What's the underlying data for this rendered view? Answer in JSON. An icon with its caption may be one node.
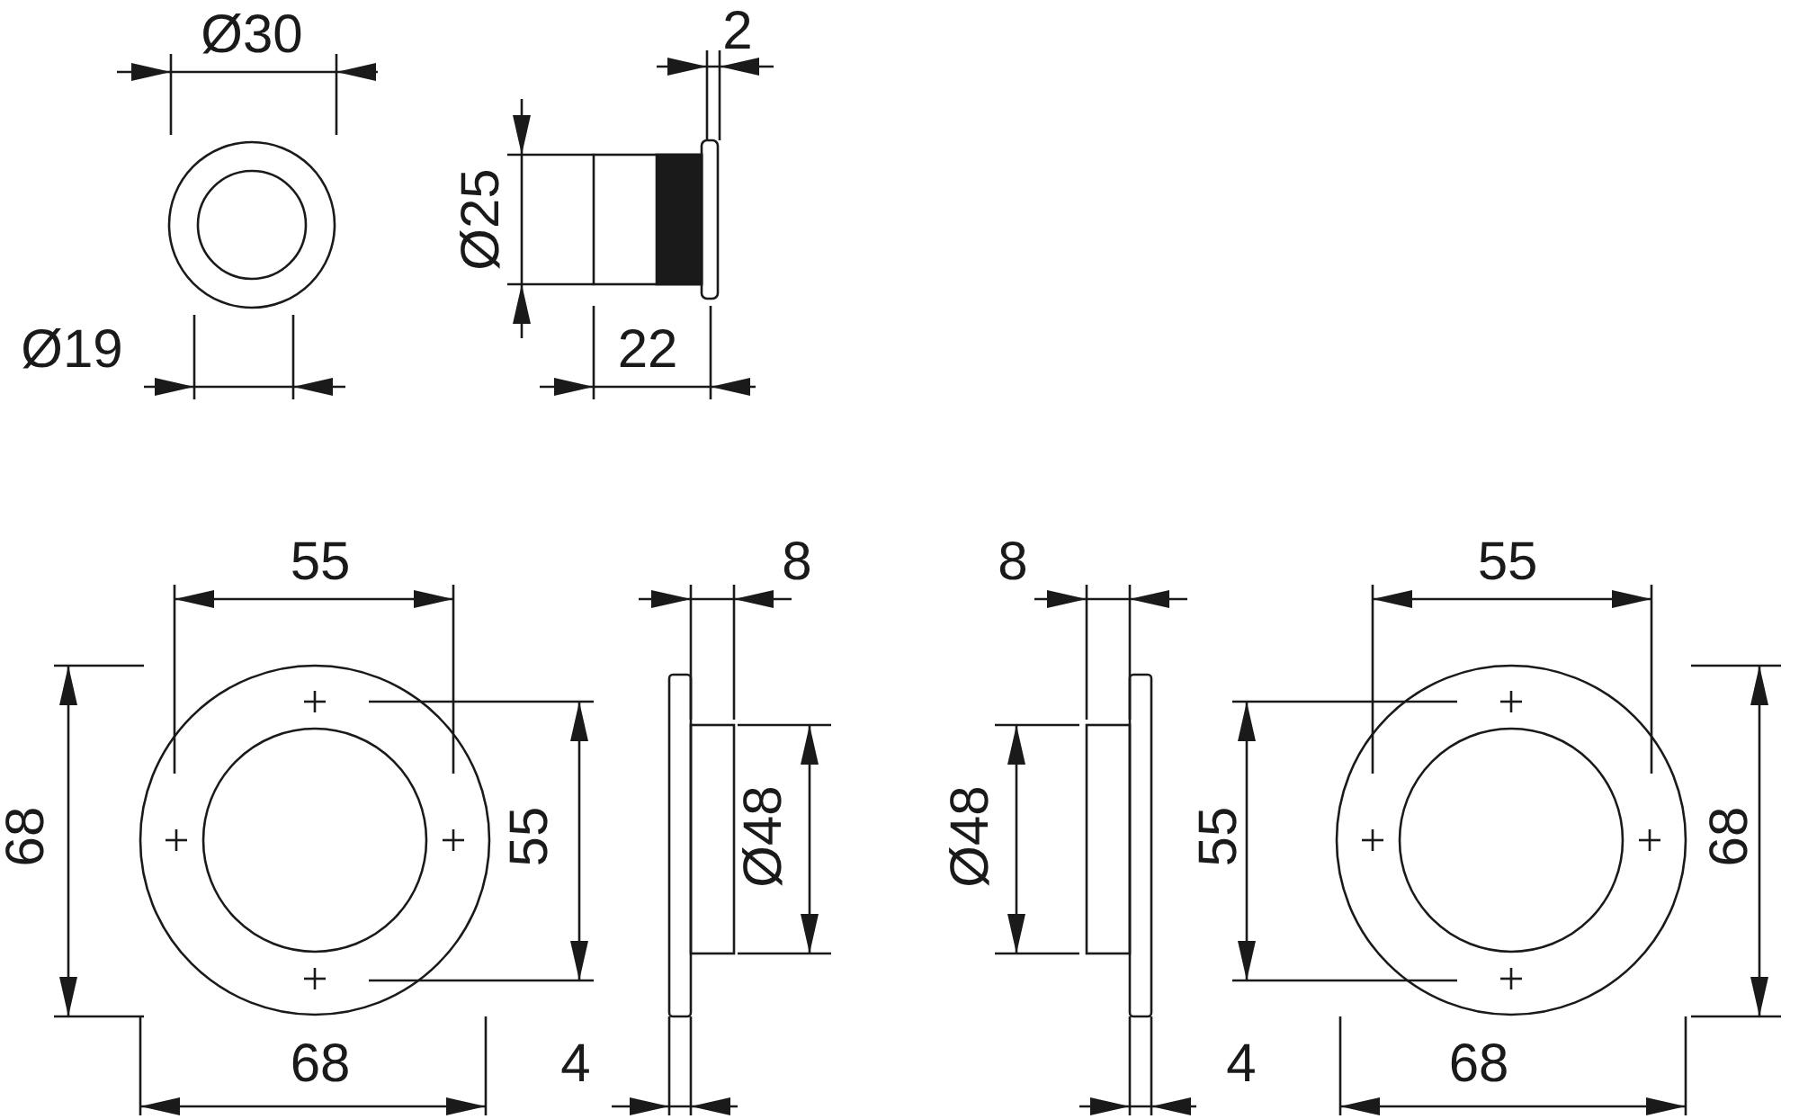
{
  "diagram": {
    "labels": [
      "Ø30",
      "2",
      "Ø25",
      "Ø19",
      "22",
      "55",
      "8",
      "8",
      "55",
      "68",
      "55",
      "Ø48",
      "Ø48",
      "55",
      "68",
      "68",
      "4",
      "4",
      "68"
    ]
  }
}
